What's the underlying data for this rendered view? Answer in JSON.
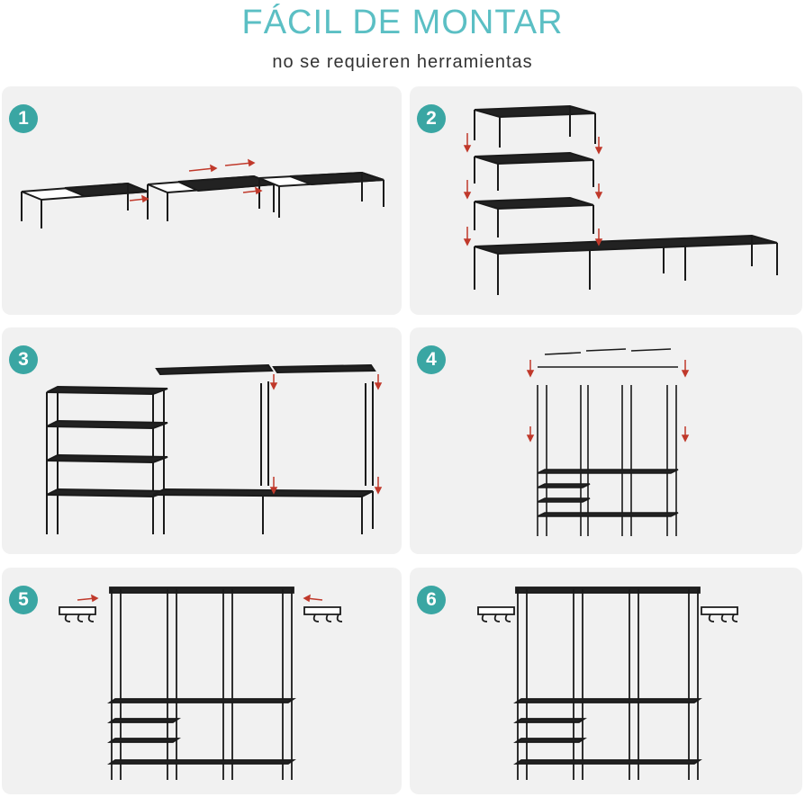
{
  "header": {
    "title": "FÁCIL DE MONTAR",
    "subtitle": "no se requieren herramientas"
  },
  "steps": [
    {
      "number": "1"
    },
    {
      "number": "2"
    },
    {
      "number": "3"
    },
    {
      "number": "4"
    },
    {
      "number": "5"
    },
    {
      "number": "6"
    }
  ],
  "colors": {
    "accent": "#5bbfc4",
    "badge": "#3aa6a3",
    "arrow": "#c0392b",
    "frame": "#1a1a1a",
    "panel": "#f1f1f1"
  }
}
